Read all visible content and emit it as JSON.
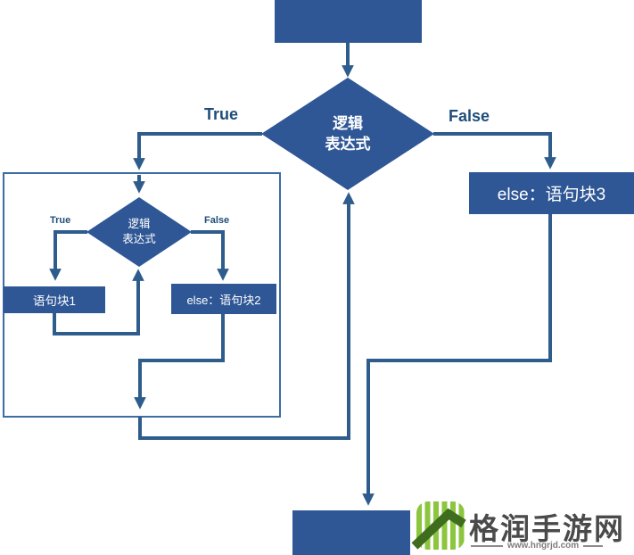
{
  "palette": {
    "shape_fill": "#2F5796",
    "connector": "#2E5C8C",
    "nested_border": "#3C6CA4",
    "branch_label": "#1F4E79",
    "watermark_text": "#4A4A4A",
    "logo_light_green": "#8CC63E",
    "logo_dark_green": "#3F6D1E"
  },
  "flowchart": {
    "main_condition": {
      "line1": "逻辑",
      "line2": "表达式"
    },
    "inner_condition": {
      "line1": "逻辑",
      "line2": "表达式"
    },
    "labels": {
      "true_main": "True",
      "false_main": "False",
      "true_inner": "True",
      "false_inner": "False"
    },
    "boxes": {
      "else_block3": "else：语句块3",
      "block1": "语句块1",
      "else_block2": "else：语句块2"
    }
  },
  "watermark": {
    "site_name": "格润手游网",
    "site_url": "www.hngrjd.com"
  }
}
